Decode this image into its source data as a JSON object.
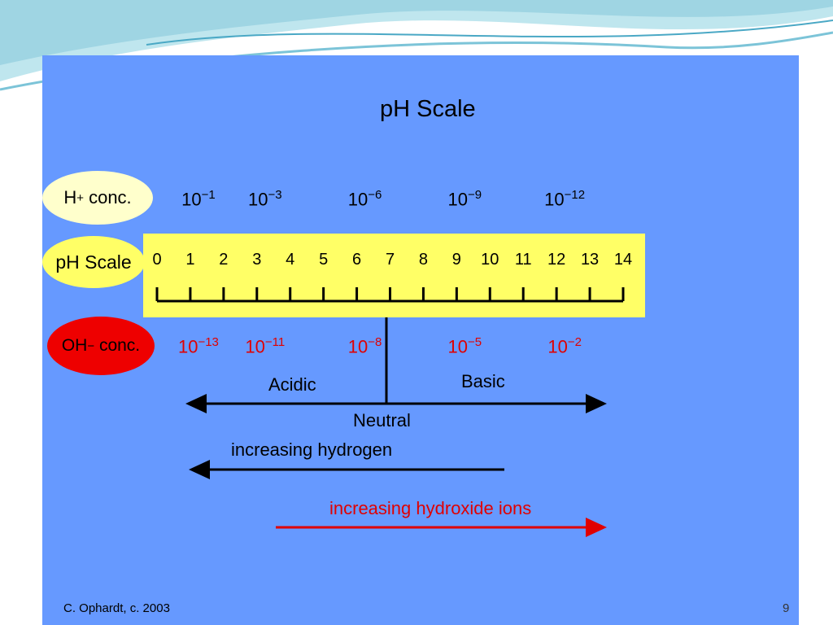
{
  "title": "pH Scale",
  "labels": {
    "h_conc_prefix": "H",
    "h_conc_charge": "+",
    "h_conc_suffix": " conc.",
    "ph_scale": "pH Scale",
    "oh_conc_prefix": "OH",
    "oh_conc_charge": "−",
    "oh_conc_suffix": " conc."
  },
  "scale_values": [
    "0",
    "1",
    "2",
    "3",
    "4",
    "5",
    "6",
    "7",
    "8",
    "9",
    "10",
    "11",
    "12",
    "13",
    "14"
  ],
  "h_concentrations": [
    {
      "ph": 1,
      "base": "10",
      "exp": "−1"
    },
    {
      "ph": 3,
      "base": "10",
      "exp": "−3"
    },
    {
      "ph": 6,
      "base": "10",
      "exp": "−6"
    },
    {
      "ph": 9,
      "base": "10",
      "exp": "−9"
    },
    {
      "ph": 12,
      "base": "10",
      "exp": "−12"
    }
  ],
  "oh_concentrations": [
    {
      "ph": 1,
      "base": "10",
      "exp": "−13"
    },
    {
      "ph": 3,
      "base": "10",
      "exp": "−11"
    },
    {
      "ph": 6,
      "base": "10",
      "exp": "−8"
    },
    {
      "ph": 9,
      "base": "10",
      "exp": "−5"
    },
    {
      "ph": 12,
      "base": "10",
      "exp": "−2"
    }
  ],
  "directions": {
    "acidic": "Acidic",
    "basic": "Basic",
    "neutral": "Neutral",
    "increasing_hydrogen": "increasing hydrogen",
    "increasing_hydroxide": "increasing hydroxide ions"
  },
  "credit": "C. Ophardt, c. 2003",
  "page_number": "9",
  "colors": {
    "slide_bg": "#6699ff",
    "scale_band": "#ffff66",
    "h_oval": "#ffffcc",
    "oh_oval": "#ee0000",
    "hydroxide_red": "#e00000"
  }
}
